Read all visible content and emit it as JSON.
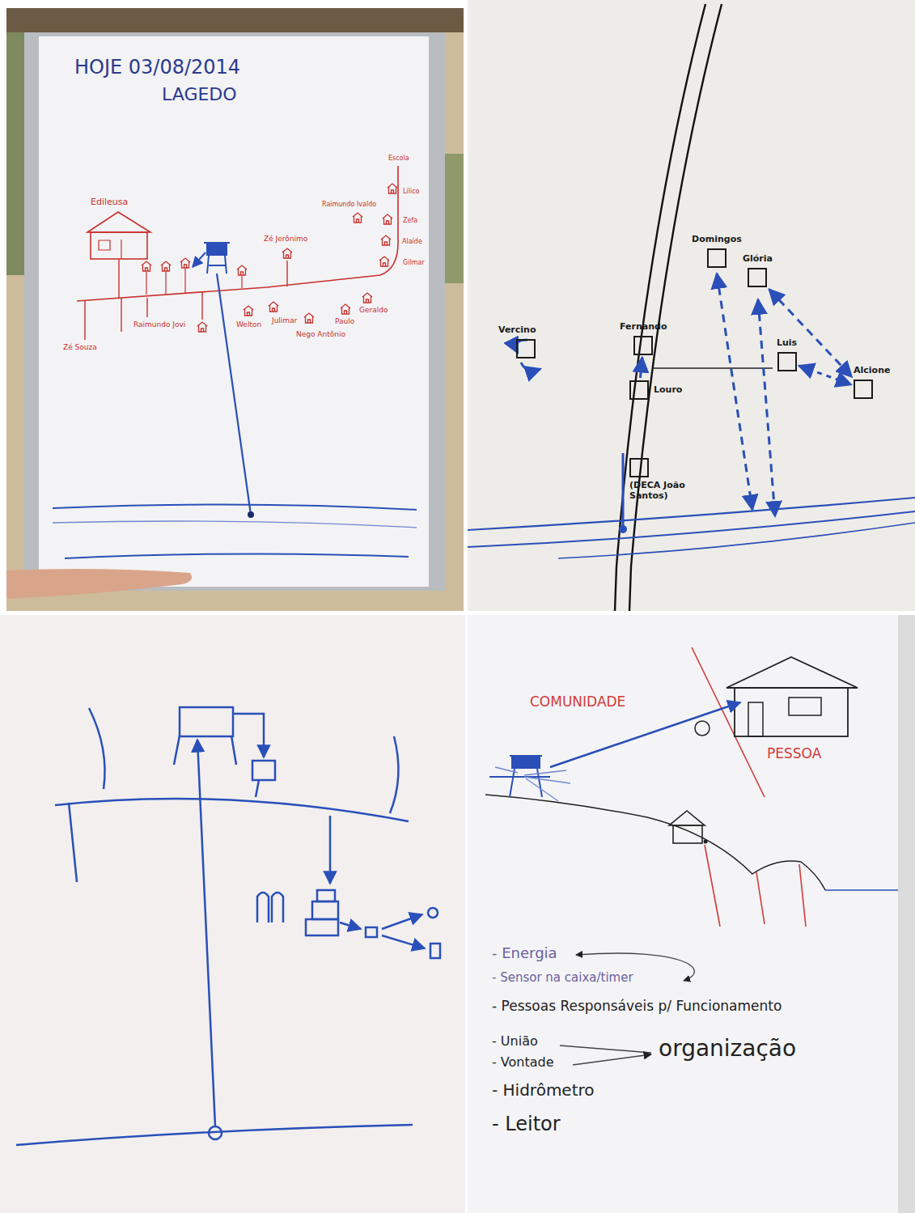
{
  "diagram": {
    "title": "HOJE 03/08/2014",
    "nodes": [
      {
        "text": [
          "Domingos"
        ]
      },
      {
        "text": [
          "Glória"
        ]
      },
      {
        "text": [
          "Vercino"
        ]
      },
      {
        "text": [
          "Fernando"
        ]
      },
      {
        "text": [
          "Louro"
        ]
      },
      {
        "text": [
          "Luis"
        ]
      },
      {
        "text": [
          "Alcione"
        ]
      },
      {
        "text": [
          "(DECA João Santos)"
        ]
      }
    ],
    "edges": [
      {
        "from": 4,
        "to": 3,
        "arrow": "to"
      },
      {
        "from": 1,
        "to": 6,
        "arrow": "both"
      },
      {
        "from": 5,
        "to": 6,
        "arrow": "both"
      }
    ],
    "labels": [
      "LAGEDO",
      "Edileusa",
      "Zé Souza",
      "Raimundo Jovi",
      "Zé Jerônimo",
      "Welton",
      "Julimar",
      "Nego Antônio",
      "Paulo",
      "Geraldo",
      "Gilmar",
      "Alaíde",
      "Zefa",
      "Raimundo Ivaldo",
      "Lilico",
      "Escola",
      "COMUNIDADE",
      "PESSOA",
      "- Energia",
      "- Sensor na caixa/timer",
      "- Pessoas Responsáveis p/ Funcionamento",
      "- União",
      "- Vontade",
      "organização",
      "- Hidrômetro",
      "- Leitor"
    ]
  }
}
